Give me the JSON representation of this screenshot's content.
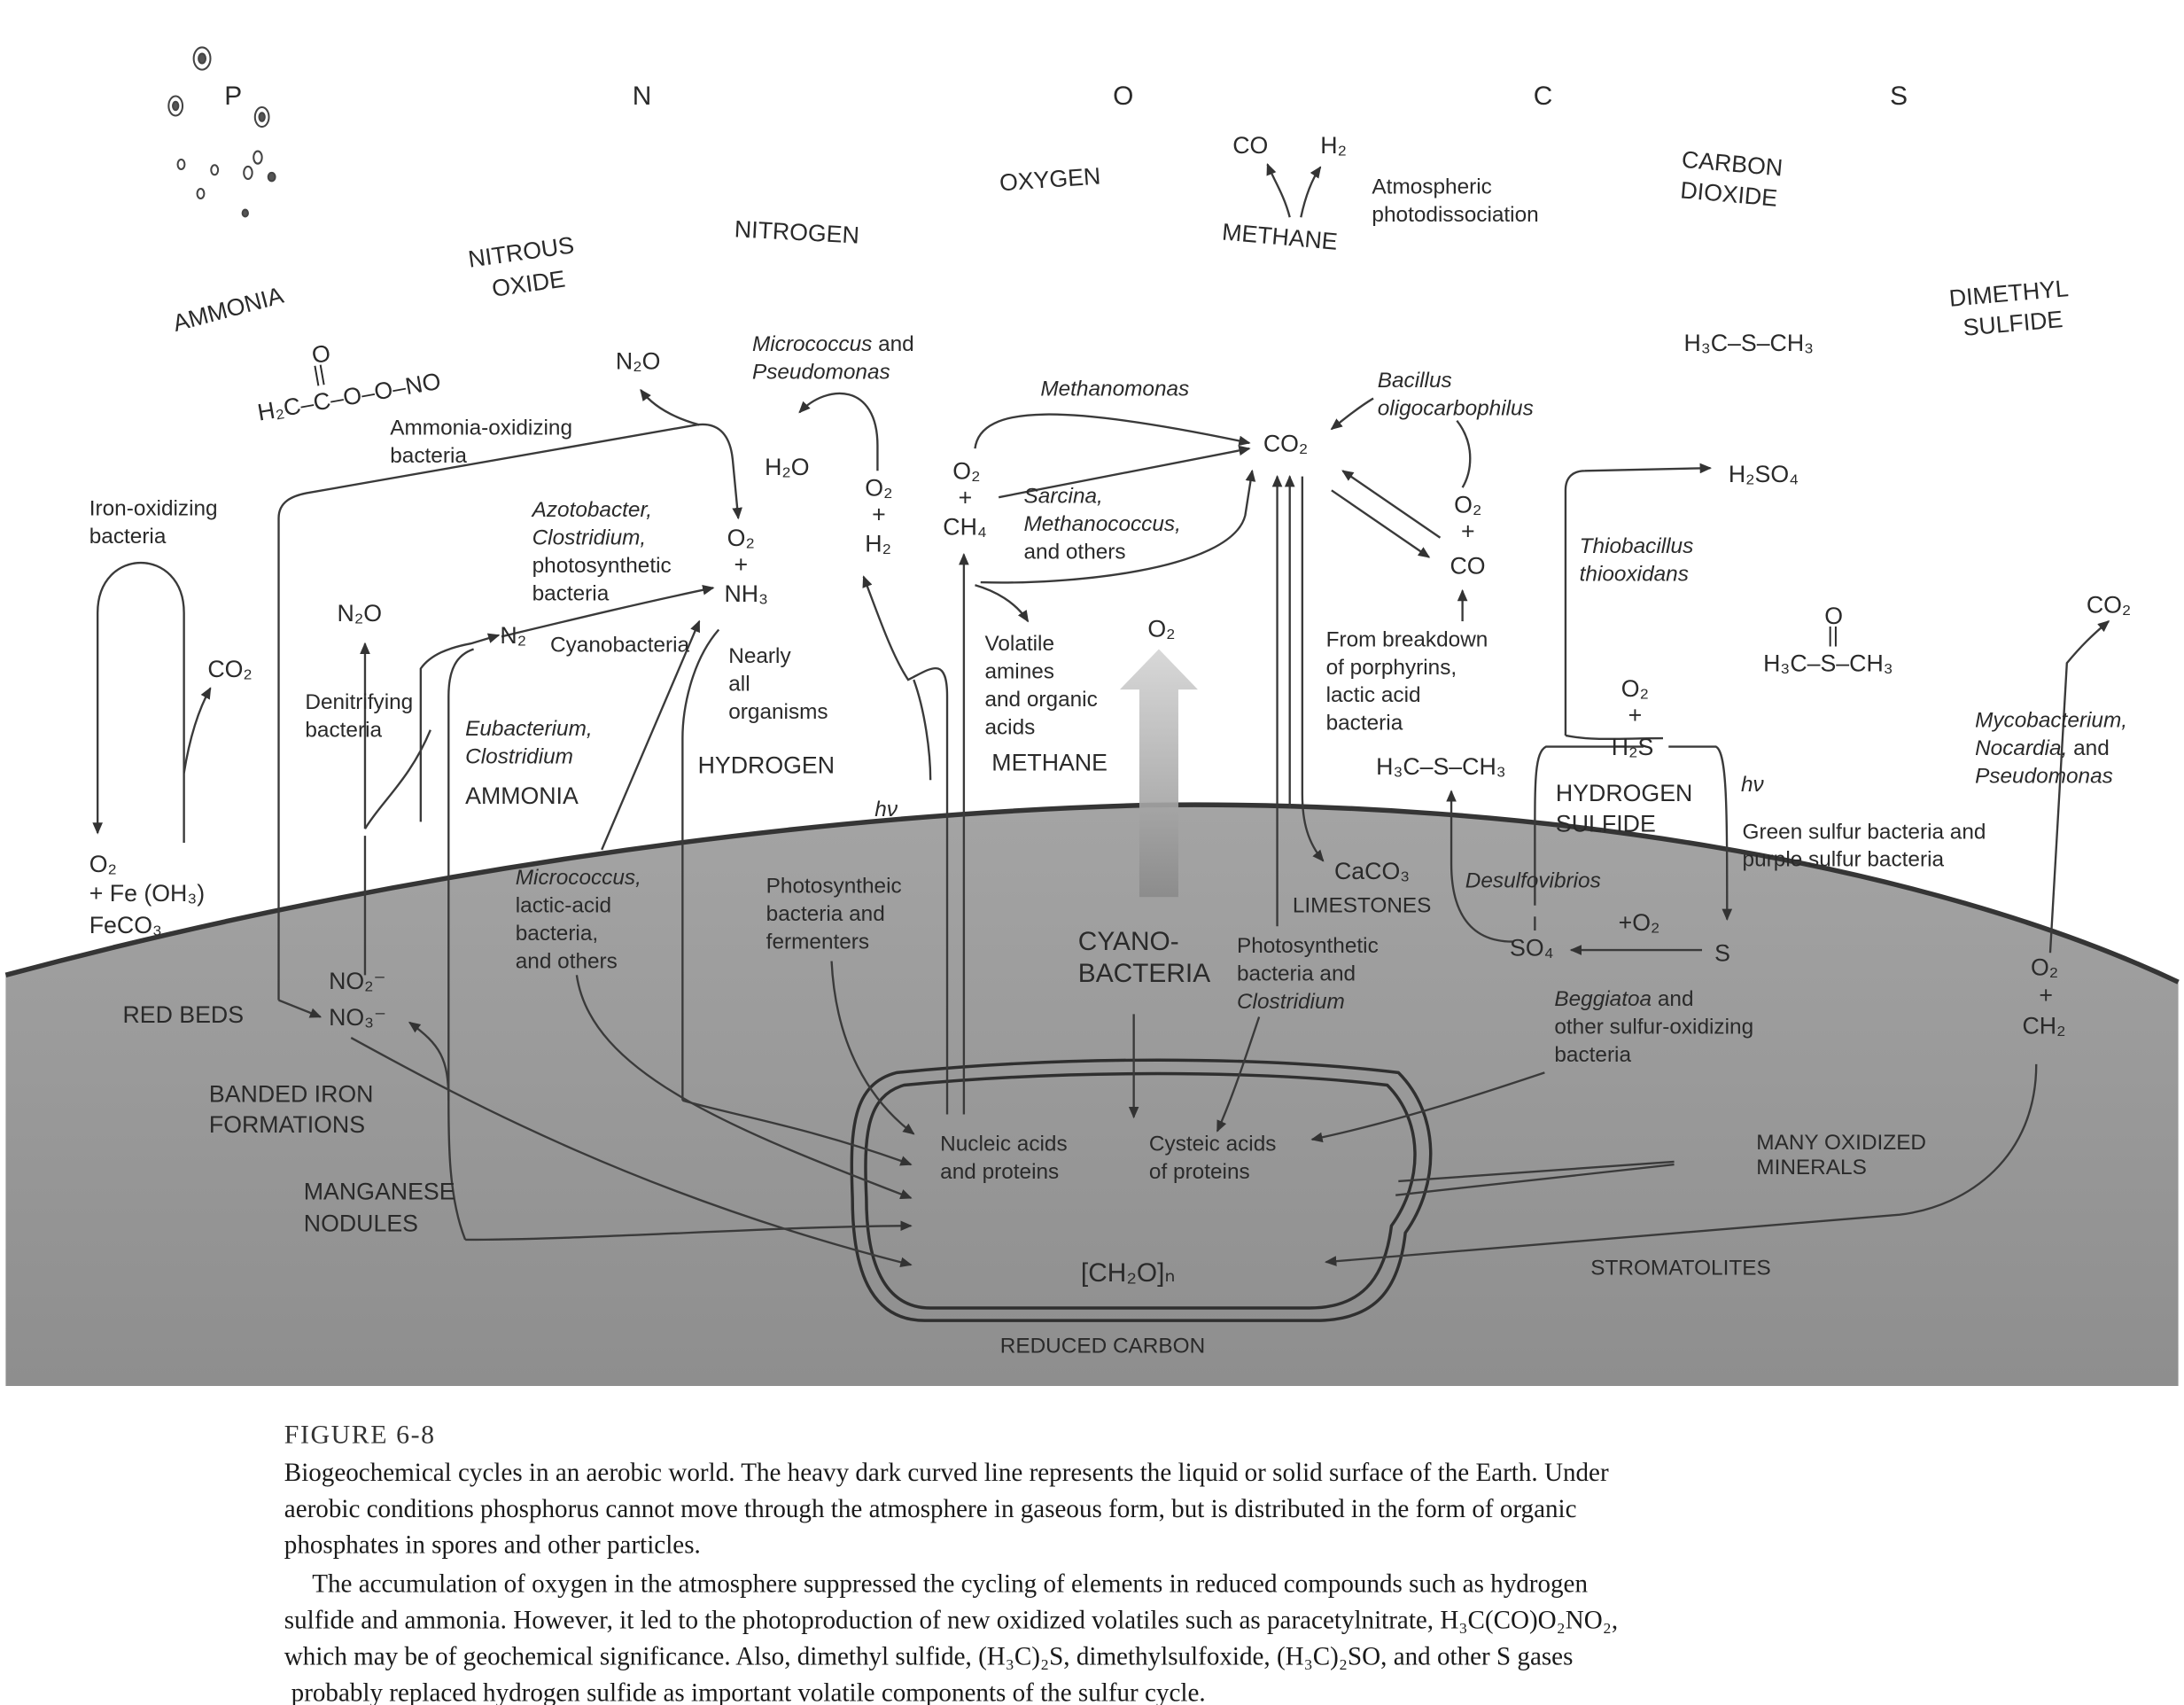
{
  "elements": {
    "P": "P",
    "N": "N",
    "O": "O",
    "C": "C",
    "S": "S"
  },
  "gases": {
    "ammonia": "AMMONIA",
    "nitrous_oxide": [
      "NITROUS",
      "OXIDE"
    ],
    "nitrogen": "NITROGEN",
    "oxygen": "OXYGEN",
    "methane": "METHANE",
    "carbon_dioxide": [
      "CARBON",
      "DIOXIDE"
    ],
    "dimethyl_sulfide": [
      "DIMETHYL",
      "SULFIDE"
    ]
  },
  "formulas": {
    "pan_o": "O",
    "pan_dbl": "||",
    "pan": "H₂C–C–O–O–NO",
    "n2o_top": "N₂O",
    "h2o": "H₂O",
    "o2_h2": [
      "O₂",
      "+",
      "H₂"
    ],
    "o2_ch4": [
      "O₂",
      "+",
      "CH₄"
    ],
    "o2_nh3": [
      "O₂",
      "+",
      "NH₃"
    ],
    "co": "CO",
    "h2": "H₂",
    "co2_center": "CO₂",
    "o2_co": [
      "O₂",
      "+",
      "CO"
    ],
    "h2so4": "H₂SO₄",
    "dms_top": "H₃C–S–CH₃",
    "dmso_o": "O",
    "dmso_dbl": "||",
    "dmso": "H₃C–S–CH₃",
    "co2_right": "CO₂",
    "co2_left": "CO₂",
    "n2o_left": "N₂O",
    "n2": "N₂",
    "o2_up": "O₂",
    "o2_h2s": [
      "O₂",
      "+",
      "H₂S"
    ],
    "dms_surface": "H₃C–S–CH₃",
    "hv1": "hν",
    "hv2": "hν",
    "o2_fe": [
      "O₂",
      "+ Fe (OH₃)",
      "FeCO₃"
    ],
    "no2": "NO₂⁻",
    "no3": "NO₃⁻",
    "caco3": "CaCO₃",
    "so4": "SO₄",
    "plus_o2": "+O₂",
    "s": "S",
    "o2_ch2": [
      "O₂",
      "+",
      "CH₂"
    ],
    "ch2o": "[CH₂O]ₙ"
  },
  "labels": {
    "atm_photo": [
      "Atmospheric",
      "photodissociation"
    ],
    "micrococcus_pseudo": [
      "Micrococcus and",
      "Pseudomonas"
    ],
    "methanomonas": "Methanomonas",
    "bacillus": [
      "Bacillus",
      "oligocarbophilus"
    ],
    "ammonia_oxidizing": [
      "Ammonia-oxidizing",
      "bacteria"
    ],
    "iron_oxidizing": [
      "Iron-oxidizing",
      "bacteria"
    ],
    "azotobacter": [
      "Azotobacter,",
      "Clostridium,",
      "photosynthetic",
      "bacteria"
    ],
    "sarcina": [
      "Sarcina,",
      "Methanococcus,",
      "and others"
    ],
    "thiobacillus": [
      "Thiobacillus",
      "thiooxidans"
    ],
    "cyanobacteria_small": "Cyanobacteria",
    "nearly_all": [
      "Nearly",
      "all",
      "organisms"
    ],
    "volatile": [
      "Volatile",
      "amines",
      "and organic",
      "acids"
    ],
    "breakdown": [
      "From breakdown",
      "of porphyrins,",
      "lactic acid",
      "bacteria"
    ],
    "denitrifying": [
      "Denitrifying",
      "bacteria"
    ],
    "eubacterium": [
      "Eubacterium,",
      "Clostridium"
    ],
    "mycobacterium": [
      "Mycobacterium,",
      "Nocardia, and",
      "Pseudomonas"
    ],
    "hydrogen": "HYDROGEN",
    "methane_surface": "METHANE",
    "ammonia_surface": "AMMONIA",
    "hydrogen_sulfide": [
      "HYDROGEN",
      "SULFIDE"
    ],
    "green_sulfur": [
      "Green sulfur bacteria and",
      "purple sulfur bacteria"
    ],
    "micrococcus_lactic": [
      "Micrococcus,",
      "lactic-acid",
      "bacteria,",
      "and others"
    ],
    "photosynthetic_fermenters": [
      "Photosyntheic",
      "bacteria and",
      "fermenters"
    ],
    "cyano_big": [
      "CYANO-",
      "BACTERIA"
    ],
    "limestones": "LIMESTONES",
    "photosynthetic_clostridium": [
      "Photosynthetic",
      "bacteria and",
      "Clostridium"
    ],
    "desulfovibrios": "Desulfovibrios",
    "beggiatoa": [
      "Beggiatoa and",
      "other sulfur-oxidizing",
      "bacteria"
    ],
    "red_beds": "RED BEDS",
    "banded_iron": [
      "BANDED IRON",
      "FORMATIONS"
    ],
    "manganese": [
      "MANGANESE",
      "NODULES"
    ],
    "nucleic": [
      "Nucleic acids",
      "and proteins"
    ],
    "cysteic": [
      "Cysteic acids",
      "of proteins"
    ],
    "many_oxidized": [
      "MANY OXIDIZED",
      "MINERALS"
    ],
    "stromatolites": "STROMATOLITES",
    "reduced_carbon": "REDUCED CARBON"
  },
  "caption": {
    "heading": "FIGURE 6-8",
    "p1": [
      "Biogeochemical cycles in an aerobic world. The heavy dark curved line represents the liquid or solid surface of the Earth. Under",
      "aerobic conditions phosphorus cannot move through the atmosphere in gaseous form, but is distributed in the form of organic",
      "phosphates in spores and other particles."
    ],
    "p2": [
      "The accumulation of oxygen in the atmosphere suppressed the cycling of elements in reduced compounds such as hydrogen",
      "sulfide and ammonia. However, it led to the photoproduction of new oxidized volatiles such as paracetylnitrate, H₃C(CO)O₂NO₂,",
      "which may be of geochemical significance. Also, dimethyl sulfide, (H₃C)₂S, dimethylsulfoxide, (H₃C)₂SO, and other S gases",
      "probably replaced hydrogen sulfide as important volatile components of the sulfur cycle."
    ]
  },
  "colors": {
    "ground": "#8f8f8f",
    "ground_top": "#a3a3a3",
    "surface_line": "#353535",
    "paper": "#ffffff",
    "arrow_top": "#cfcfcf",
    "arrow_bottom": "#8a8a8a"
  }
}
